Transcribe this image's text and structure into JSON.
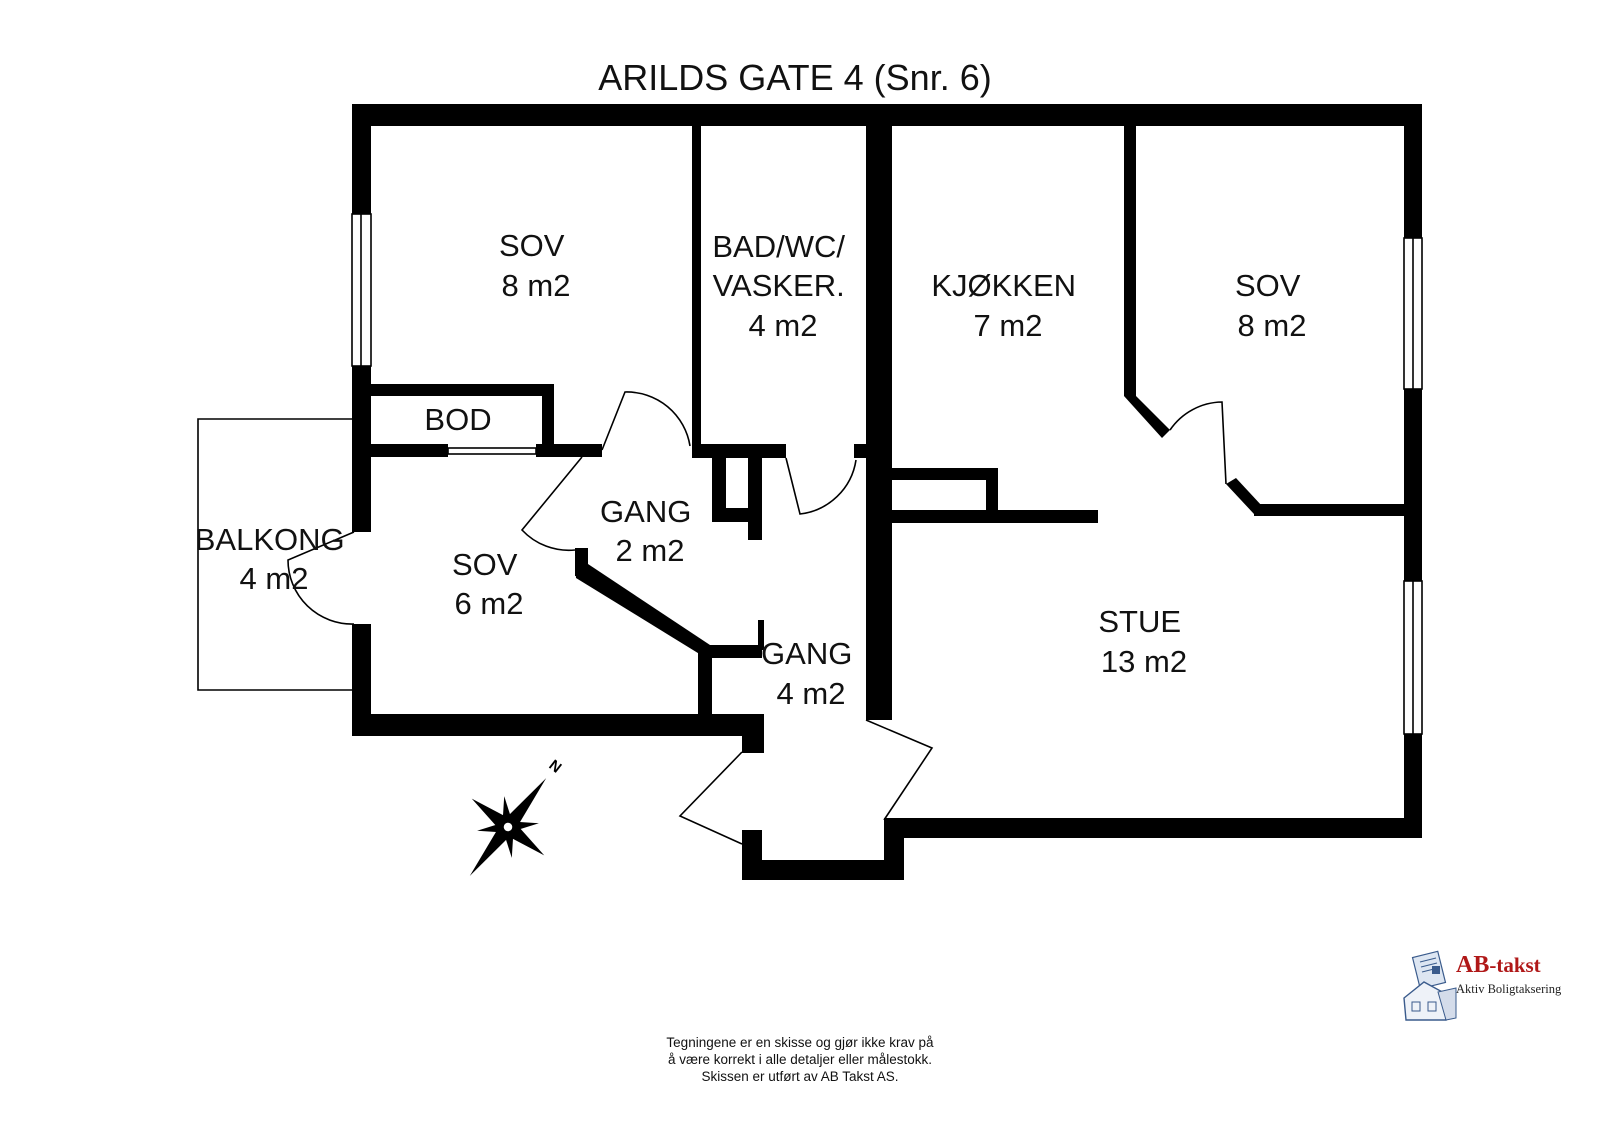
{
  "title": "ARILDS GATE 4  (Snr. 6)",
  "rooms": [
    {
      "id": "sov-nw",
      "lines": [
        "SOV",
        "8 m2"
      ]
    },
    {
      "id": "bad",
      "lines": [
        "BAD/WC/",
        "VASKER.",
        "4 m2"
      ]
    },
    {
      "id": "kjokken",
      "lines": [
        "KJØKKEN",
        "7 m2"
      ]
    },
    {
      "id": "sov-ne",
      "lines": [
        "SOV",
        "8 m2"
      ]
    },
    {
      "id": "bod",
      "lines": [
        "BOD"
      ]
    },
    {
      "id": "gang-small",
      "lines": [
        "GANG",
        "2 m2"
      ]
    },
    {
      "id": "balkong",
      "lines": [
        "BALKONG",
        "4 m2"
      ]
    },
    {
      "id": "sov-w",
      "lines": [
        "SOV",
        "6 m2"
      ]
    },
    {
      "id": "stue",
      "lines": [
        "STUE",
        "13 m2"
      ]
    },
    {
      "id": "gang-entry",
      "lines": [
        "GANG",
        "4 m2"
      ]
    }
  ],
  "compass": {
    "label": "N",
    "icon": "compass-rose-icon"
  },
  "disclaimer": [
    "Tegningene er en skisse og gjør ikke krav på",
    "å være korrekt i alle detaljer eller målestokk.",
    "Skissen er utført av AB Takst AS."
  ],
  "logo": {
    "brand_main": "AB",
    "brand_suffix": "-takst",
    "tagline": "Aktiv Boligtaksering",
    "brand_color": "#b01818"
  }
}
